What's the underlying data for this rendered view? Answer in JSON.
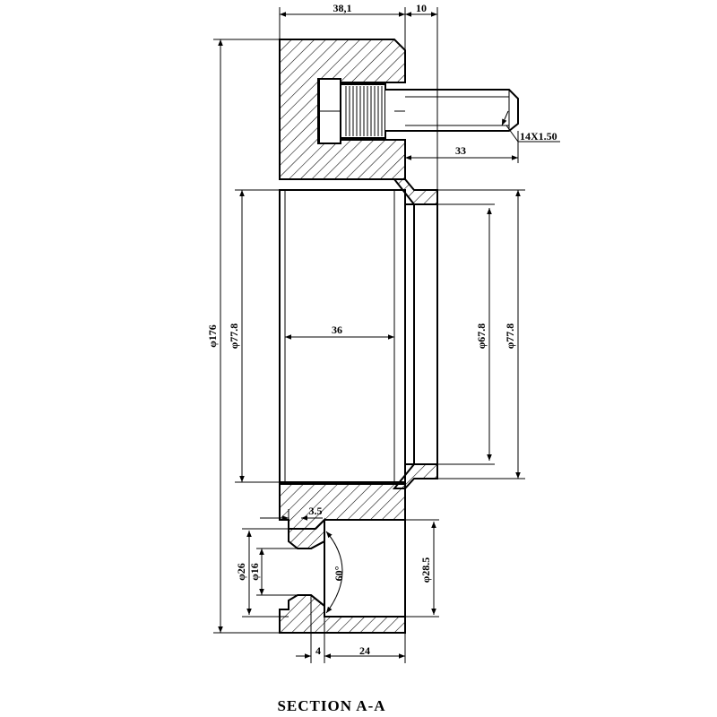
{
  "drawing": {
    "caption": "SECTION A-A",
    "dimensions": {
      "width_body": "38,1",
      "width_step": "10",
      "thread": "14X1.50",
      "stud_length": "33",
      "overall_diameter": "φ176",
      "bore_diameter_left": "φ77.8",
      "bore_depth": "36",
      "bore_diameter_inner": "φ67.8",
      "bore_diameter_right": "φ77.8",
      "groove_width": "3.5",
      "pocket_diameter_outer": "φ26",
      "pocket_diameter_inner": "φ16",
      "chamfer_angle": "60°",
      "counterbore_diameter": "φ28.5",
      "lip_width": "4",
      "counterbore_depth": "24"
    }
  }
}
